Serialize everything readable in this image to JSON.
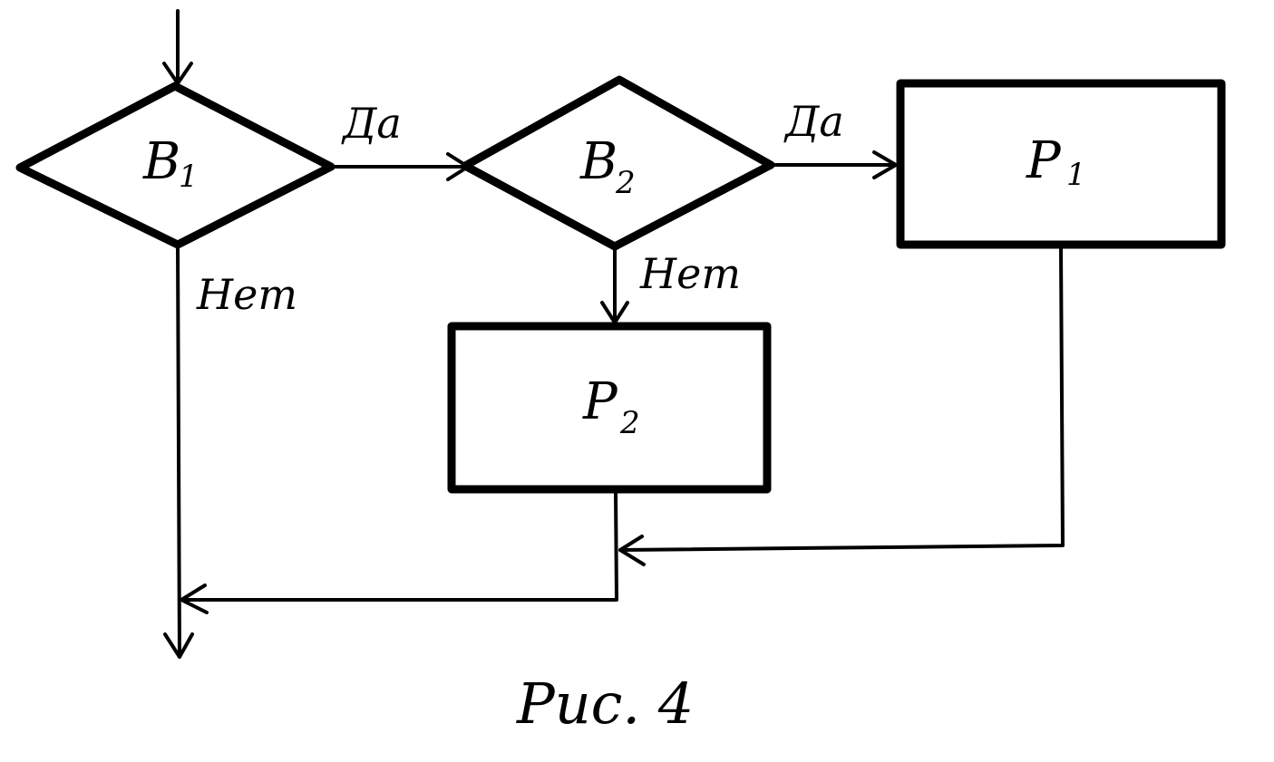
{
  "flowchart": {
    "decisions": [
      {
        "id": "b1",
        "letter": "B",
        "index": "1"
      },
      {
        "id": "b2",
        "letter": "B",
        "index": "2"
      }
    ],
    "processes": [
      {
        "id": "p1",
        "letter": "P",
        "index": "1"
      },
      {
        "id": "p2",
        "letter": "P",
        "index": "2"
      }
    ],
    "edge_labels": {
      "b1_yes": "Да",
      "b1_no": "Нет",
      "b2_yes": "Да",
      "b2_no": "Нет"
    },
    "connections": [
      {
        "from": "entry",
        "to": "b1"
      },
      {
        "from": "b1",
        "to": "b2",
        "label": "Да"
      },
      {
        "from": "b1",
        "to": "exit",
        "label": "Нет"
      },
      {
        "from": "b2",
        "to": "p1",
        "label": "Да"
      },
      {
        "from": "b2",
        "to": "p2",
        "label": "Нет"
      },
      {
        "from": "p1",
        "to": "merge"
      },
      {
        "from": "p2",
        "to": "merge"
      },
      {
        "from": "merge",
        "to": "exit"
      }
    ]
  },
  "caption": "Рис. 4"
}
